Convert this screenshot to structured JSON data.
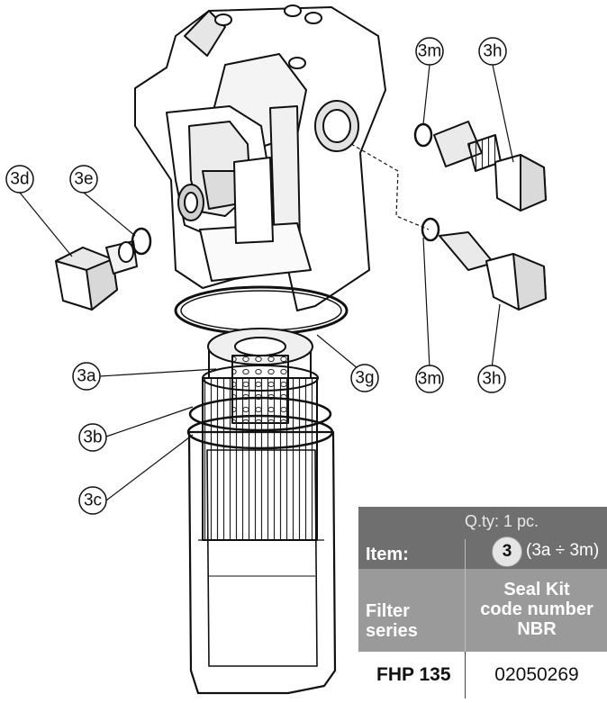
{
  "callouts": [
    "3m",
    "3h",
    "3d",
    "3e",
    "3a",
    "3g",
    "3m",
    "3h",
    "3b",
    "3c"
  ],
  "table": {
    "qty": "Q.ty: 1 pc.",
    "item_label": "Item:",
    "item_number": "3",
    "item_range": "(3a ÷ 3m)",
    "filter_series_line1": "Filter",
    "filter_series_line2": "series",
    "seal_kit_line1": "Seal Kit",
    "seal_kit_line2": "code number",
    "seal_kit_line3": "NBR",
    "row": {
      "series": "FHP 135",
      "code": "02050269"
    }
  }
}
